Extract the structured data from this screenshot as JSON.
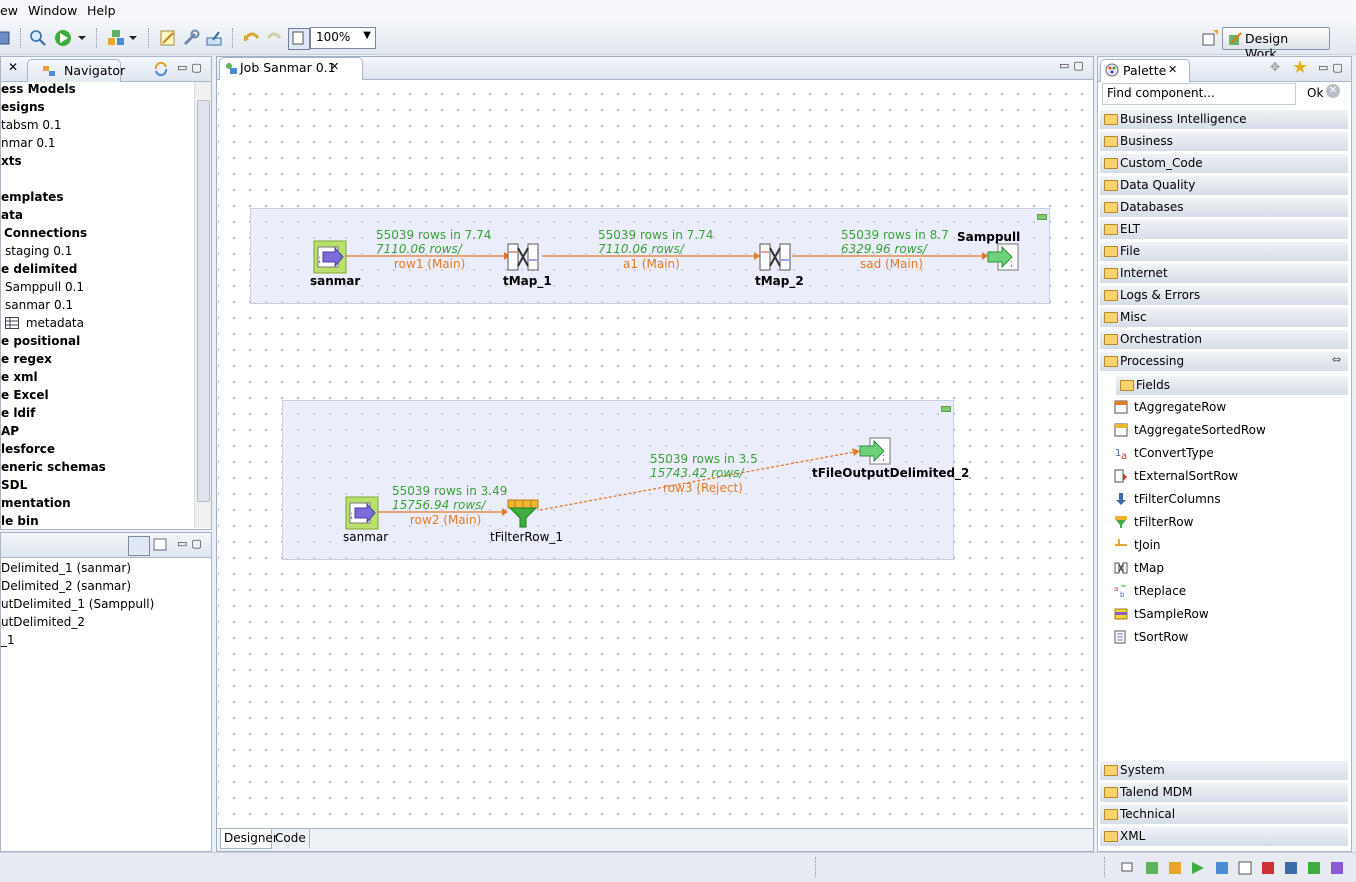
{
  "menu": {
    "items": [
      "ew",
      "Window",
      "Help"
    ]
  },
  "toolbar": {
    "zoom": "100%",
    "perspective": "Design Work..."
  },
  "repo": {
    "tab_label": "Navigator",
    "tree": [
      {
        "text": "ess Models",
        "bold": true
      },
      {
        "text": "esigns",
        "bold": true
      },
      {
        "text": "tabsm 0.1",
        "bold": false
      },
      {
        "text": "nmar 0.1",
        "bold": false
      },
      {
        "text": "xts",
        "bold": true
      },
      {
        "text": "",
        "bold": false
      },
      {
        "text": "emplates",
        "bold": true
      },
      {
        "text": "ata",
        "bold": true
      },
      {
        "text": "Connections",
        "bold": true
      },
      {
        "text": "staging 0.1",
        "bold": false
      },
      {
        "text": "e delimited",
        "bold": true
      },
      {
        "text": "Samppull 0.1",
        "bold": false
      },
      {
        "text": "sanmar 0.1",
        "bold": false
      },
      {
        "text": "metadata",
        "bold": false
      },
      {
        "text": "e positional",
        "bold": true
      },
      {
        "text": "e regex",
        "bold": true
      },
      {
        "text": "e xml",
        "bold": true
      },
      {
        "text": "e Excel",
        "bold": true
      },
      {
        "text": "e ldif",
        "bold": true
      },
      {
        "text": "AP",
        "bold": true
      },
      {
        "text": "lesforce",
        "bold": true
      },
      {
        "text": "eneric schemas",
        "bold": true
      },
      {
        "text": "SDL",
        "bold": true
      },
      {
        "text": "mentation",
        "bold": true
      },
      {
        "text": "le bin",
        "bold": true
      }
    ]
  },
  "outline": {
    "items": [
      "Delimited_1 (sanmar)",
      "Delimited_2 (sanmar)",
      "utDelimited_1 (Samppull)",
      "utDelimited_2",
      "_1"
    ]
  },
  "editor": {
    "tab_label": "Job Sanmar 0.1",
    "bottom_tabs": [
      "Designer",
      "Code"
    ],
    "components": {
      "sanmar1": "sanmar",
      "tmap1": "tMap_1",
      "tmap2": "tMap_2",
      "samppull": "Samppull",
      "sanmar2": "sanmar",
      "tfilterrow1": "tFilterRow_1",
      "tfileout2": "tFileOutputDelimited_2"
    },
    "links": {
      "row1": {
        "stat1": "55039 rows in 7.74",
        "stat2": "7110.06 rows/",
        "label": "row1 (Main)"
      },
      "a1": {
        "stat1": "55039 rows in 7.74",
        "stat2": "7110.06 rows/",
        "label": "a1 (Main)"
      },
      "sad": {
        "stat1": "55039 rows in 8.7",
        "stat2": "6329.96 rows/",
        "label": "sad (Main)"
      },
      "row2": {
        "stat1": "55039 rows in 3.49",
        "stat2": "15756.94 rows/",
        "label": "row2 (Main)"
      },
      "row3": {
        "stat1": "55039 rows in 3.5",
        "stat2": "15743.42 rows/",
        "label": "row3 (Reject)"
      }
    }
  },
  "palette": {
    "tab_label": "Palette",
    "search_placeholder": "Find component...",
    "ok_label": "Ok",
    "categories_top": [
      "Business Intelligence",
      "Business",
      "Custom_Code",
      "Data Quality",
      "Databases",
      "ELT",
      "File",
      "Internet",
      "Logs & Errors",
      "Misc",
      "Orchestration",
      "Processing"
    ],
    "subfolder": "Fields",
    "items": [
      "tAggregateRow",
      "tAggregateSortedRow",
      "tConvertType",
      "tExternalSortRow",
      "tFilterColumns",
      "tFilterRow",
      "tJoin",
      "tMap",
      "tReplace",
      "tSampleRow",
      "tSortRow"
    ],
    "categories_bottom": [
      "System",
      "Talend MDM",
      "Technical",
      "XML"
    ]
  }
}
